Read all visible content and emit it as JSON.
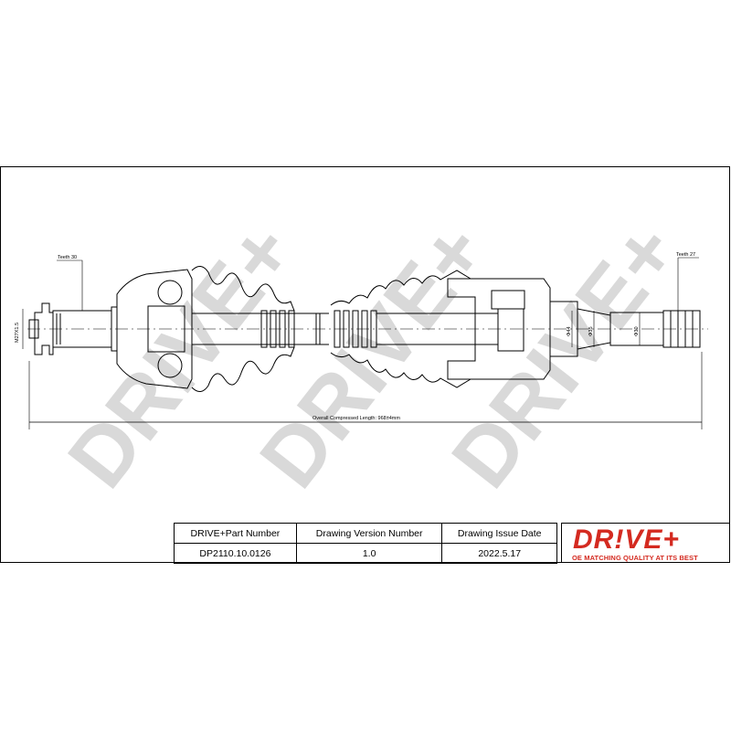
{
  "drawing": {
    "teeth_left": "Teeth 30",
    "teeth_right": "Teeth 27",
    "thread_label": "M27X1.5",
    "overall_length": "Overall  Compressed  Length: 968±4mm",
    "dia_44": "Φ44",
    "dia_35": "Φ35",
    "dia_30": "Φ30"
  },
  "watermark": {
    "text": "DRIVE+",
    "color": "#d9d9d9"
  },
  "title_block": {
    "headers": [
      "DRIVE+Part Number",
      "Drawing Version Number",
      "Drawing Issue Date"
    ],
    "values": [
      "DP2110.10.0126",
      "1.0",
      "2022.5.17"
    ]
  },
  "logo": {
    "word": "DR!VE+",
    "tagline": "OE MATCHING QUALITY AT ITS BEST",
    "color": "#d42a20"
  }
}
